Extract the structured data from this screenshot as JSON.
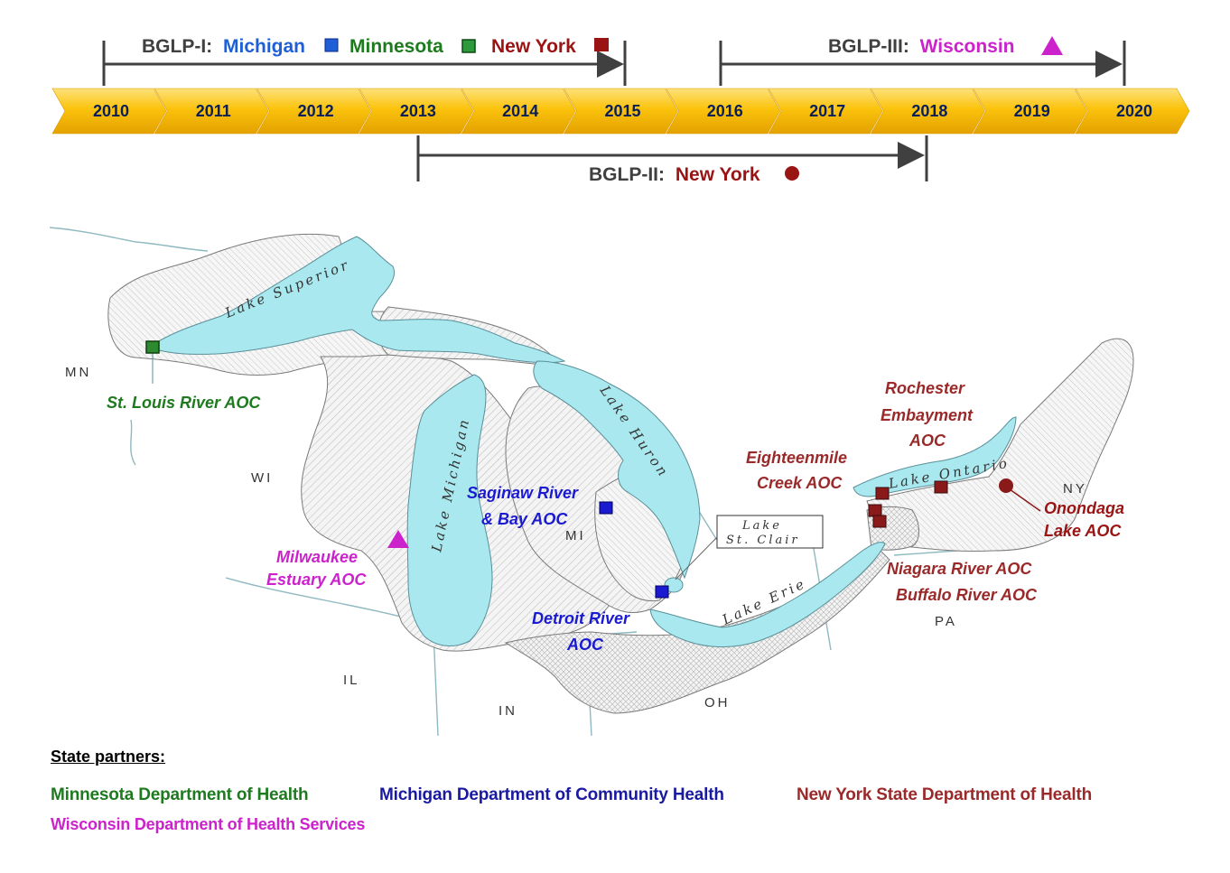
{
  "timeline": {
    "years": [
      "2010",
      "2011",
      "2012",
      "2013",
      "2014",
      "2015",
      "2016",
      "2017",
      "2018",
      "2019",
      "2020"
    ],
    "phase1": {
      "label": "BGLP-I:",
      "states": [
        {
          "name": "Michigan",
          "color": "#1f5fd6",
          "marker": "square-icon"
        },
        {
          "name": "Minnesota",
          "color": "#1e7a1e",
          "marker": "square-icon"
        },
        {
          "name": "New York",
          "color": "#9a1414",
          "marker": "square-icon"
        }
      ],
      "start": "2010",
      "end": "2015"
    },
    "phase2": {
      "label": "BGLP-II:",
      "states": [
        {
          "name": "New York",
          "color": "#9a1414",
          "marker": "circle-icon"
        }
      ],
      "start": "2013",
      "end": "2018"
    },
    "phase3": {
      "label": "BGLP-III:",
      "states": [
        {
          "name": "Wisconsin",
          "color": "#cc22cc",
          "marker": "triangle-icon"
        }
      ],
      "start": "2016",
      "end": "2020"
    },
    "label_color": "#404040",
    "arrow_color": "#fbb900"
  },
  "map": {
    "lakes": [
      "Lake Superior",
      "Lake Michigan",
      "Lake Huron",
      "Lake Erie",
      "Lake Ontario",
      "Lake",
      "St. Clair"
    ],
    "states": [
      "MN",
      "WI",
      "MI",
      "IL",
      "IN",
      "OH",
      "PA",
      "NY"
    ],
    "water_color": "#a9e8ee",
    "aocs": [
      {
        "label_lines": [
          "St. Louis River AOC"
        ],
        "color": "#1e7a1e",
        "marker": "square"
      },
      {
        "label_lines": [
          "Milwaukee",
          "Estuary AOC"
        ],
        "color": "#cc22cc",
        "marker": "triangle"
      },
      {
        "label_lines": [
          "Saginaw River",
          "& Bay AOC"
        ],
        "color": "#1a1ad0",
        "marker": "square"
      },
      {
        "label_lines": [
          "Detroit River",
          "AOC"
        ],
        "color": "#1a1ad0",
        "marker": "square"
      },
      {
        "label_lines": [
          "Eighteenmile",
          "Creek AOC"
        ],
        "color": "#9a2a2a",
        "marker": "square"
      },
      {
        "label_lines": [
          "Rochester",
          "Embayment",
          "AOC"
        ],
        "color": "#9a2a2a",
        "marker": "square"
      },
      {
        "label_lines": [
          "Onondaga",
          "Lake AOC"
        ],
        "color": "#9a1414",
        "marker": "circle"
      },
      {
        "label_lines": [
          "Niagara River AOC",
          "Buffalo River AOC"
        ],
        "color": "#9a2a2a",
        "marker": "square"
      }
    ]
  },
  "partners": {
    "title": "State partners:",
    "items": [
      {
        "name": "Minnesota Department of Health",
        "color": "#1e7a1e"
      },
      {
        "name": "Michigan Department of Community Health",
        "color": "#1a1aa0"
      },
      {
        "name": "New York State Department of Health",
        "color": "#9a2a2a"
      },
      {
        "name": "Wisconsin  Department  of Health Services",
        "color": "#cc22cc"
      }
    ]
  }
}
